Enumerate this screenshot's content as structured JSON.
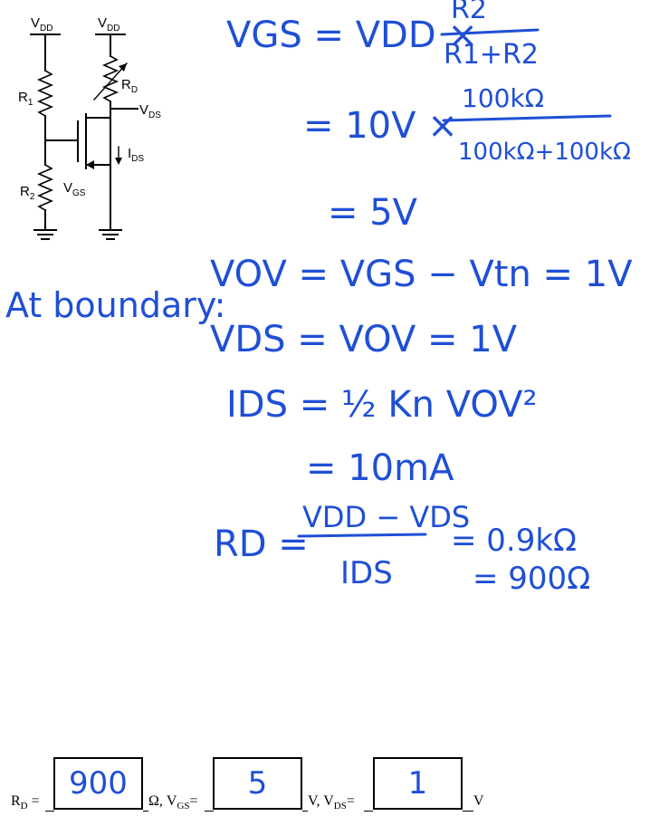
{
  "circuit": {
    "vdd_left": {
      "main": "V",
      "sub": "DD"
    },
    "vdd_right": {
      "main": "V",
      "sub": "DD"
    },
    "r1": {
      "main": "R",
      "sub": "1"
    },
    "r2": {
      "main": "R",
      "sub": "2"
    },
    "rd": {
      "main": "R",
      "sub": "D"
    },
    "vds": {
      "main": "V",
      "sub": "DS"
    },
    "ids": {
      "main": "I",
      "sub": "DS"
    },
    "vgs": {
      "main": "V",
      "sub": "GS"
    }
  },
  "work": {
    "vgs_lhs": "VGS = VDD ×",
    "frac1_num": "R2",
    "frac1_den": "R1+R2",
    "step2_prefix": "= 10V ×",
    "frac2_num": "100kΩ",
    "frac2_den": "100kΩ+100kΩ",
    "step3": "= 5V",
    "vov_line": "VOV = VGS − Vtn = 1V",
    "boundary_label": "At boundary:",
    "vds_line": "VDS = VOV = 1V",
    "ids_line": "IDS = ½ Kn VOV²",
    "ids_result": "= 10mA",
    "rd_lhs": "RD =",
    "frac3_num": "VDD − VDS",
    "frac3_den": "IDS",
    "rd_res1": "= 0.9kΩ",
    "rd_res2": "= 900Ω"
  },
  "answers": {
    "rd_prefix": "R",
    "rd_sub": "D",
    "rd_eq": " = ",
    "rd_value": "900",
    "vgs_prefix": "Ω, V",
    "vgs_sub": "GS",
    "vgs_eq": "=",
    "vgs_value": "5",
    "vds_prefix": "V, V",
    "vds_sub": "DS",
    "vds_eq": "=",
    "vds_value": "1",
    "unit": "V"
  }
}
